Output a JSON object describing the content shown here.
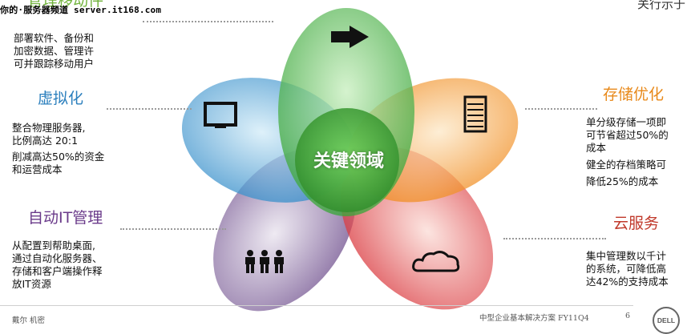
{
  "watermark": "你的·服务器频道 server.it168.com",
  "corner_text": "关行示于",
  "top_left": {
    "heading": "管理移动件",
    "lines": [
      "部署软件、备份和",
      "加密数据、管理许",
      "可并跟踪移动用户"
    ]
  },
  "virtualization": {
    "heading": "虚拟化",
    "lines": [
      "整合物理服务器,",
      "比例高达 20:1",
      "削减高达50%的资金",
      "和运营成本"
    ]
  },
  "automation": {
    "heading": "自动IT管理",
    "lines": [
      "从配置到帮助桌面,",
      "通过自动化服务器、",
      "存储和客户端操作释",
      "放IT资源"
    ]
  },
  "storage": {
    "heading": "存储优化",
    "lines": [
      "单分级存储一项即",
      "可节省超过50%的",
      "成本",
      "健全的存档策略可",
      "降低25%的成本"
    ]
  },
  "cloud": {
    "heading": "云服务",
    "lines": [
      "集中管理数以千计",
      "的系统，可降低高",
      "达42%的支持成本"
    ]
  },
  "center": "关键领域",
  "footer": {
    "left": "戴尔 机密",
    "middle": "中型企业基本解决方案  FY11Q4",
    "page": "6",
    "logo": "DELL"
  },
  "icons": [
    "arrow-right-icon",
    "monitor-icon",
    "server-rack-icon",
    "people-icon",
    "cloud-icon"
  ],
  "colors": {
    "green": "#3aa63a",
    "blue": "#2f8ac8",
    "orange": "#f08a1c",
    "purple": "#6b4a8a",
    "red": "#d9343a"
  }
}
